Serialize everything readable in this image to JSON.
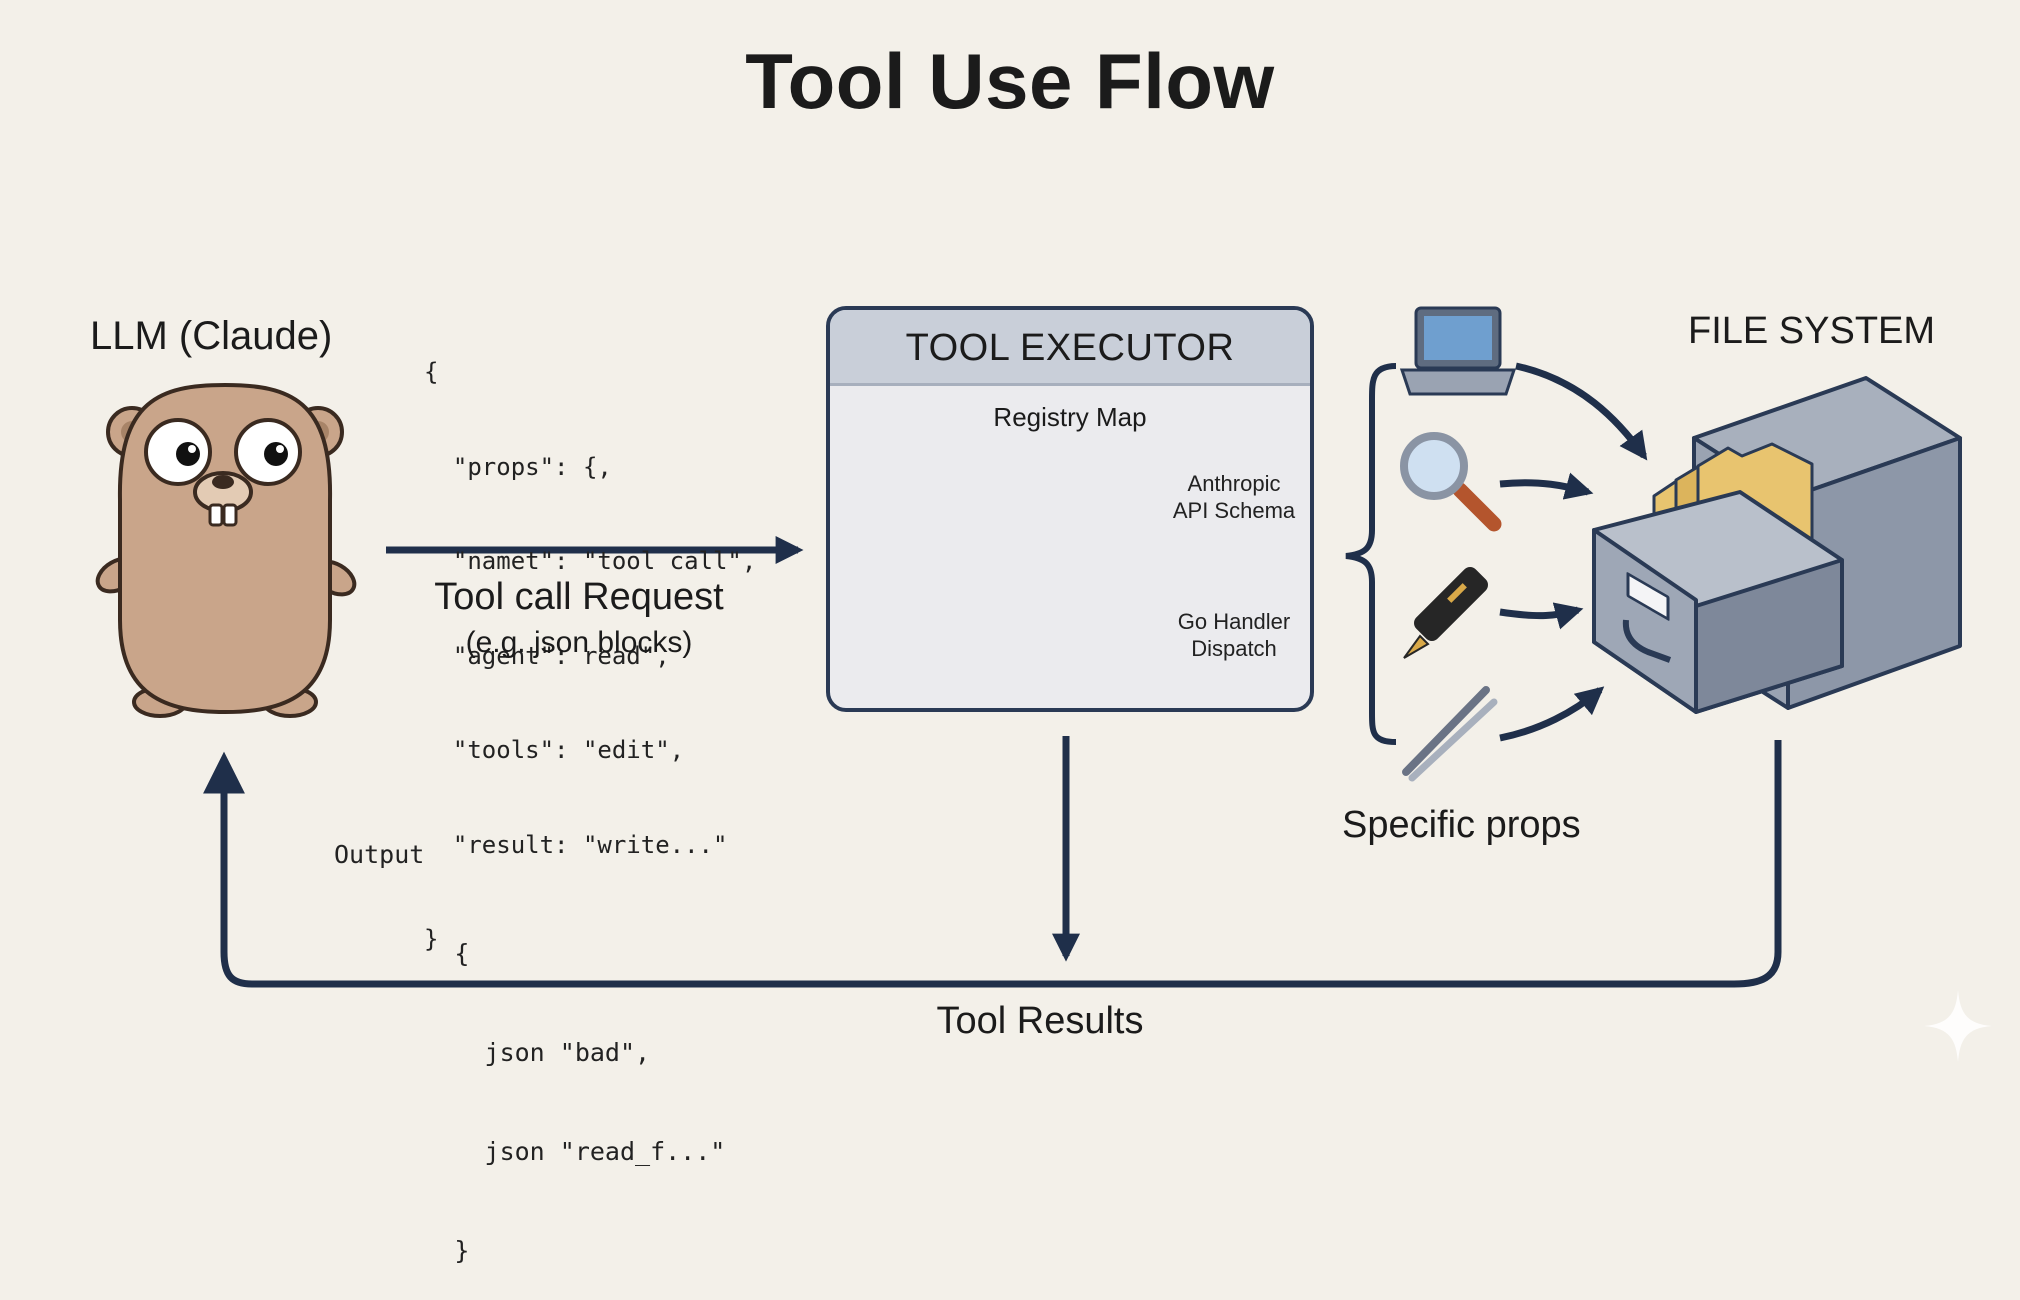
{
  "title": "Tool Use Flow",
  "llm": {
    "label": "LLM (Claude)"
  },
  "request_code": [
    "{",
    "  \"props\": {,",
    "  \"namet\": \"tool call\",",
    "  \"agent\": read\",",
    "  \"tools\": \"edit\",",
    "  \"result: \"write...\"",
    "}"
  ],
  "request": {
    "label": "Tool call Request",
    "sublabel": "(e.g. json blocks)"
  },
  "executor": {
    "title": "TOOL EXECUTOR",
    "registry": "Registry Map",
    "out_top": [
      "Anthropic",
      "API Schema"
    ],
    "out_bottom": [
      "Go Handler",
      "Dispatch"
    ]
  },
  "file_system": {
    "label": "FILE SYSTEM"
  },
  "props": {
    "label": "Specific props"
  },
  "output_code": [
    "Output",
    "        {",
    "          json \"bad\",",
    "          json \"read_f...\"",
    "        }"
  ],
  "results": {
    "label": "Tool Results"
  },
  "colors": {
    "background": "#f3f0e9",
    "arrow": "#1f2f4a",
    "gopher": "#c9a58a",
    "cabinet": "#8d97a8",
    "folder": "#e8c46f"
  },
  "icons": [
    "gopher-mascot",
    "laptop-icon",
    "magnifier-icon",
    "pen-icon",
    "tweezers-icon",
    "database-icon",
    "file-cabinet-icon",
    "sparkle-icon"
  ]
}
